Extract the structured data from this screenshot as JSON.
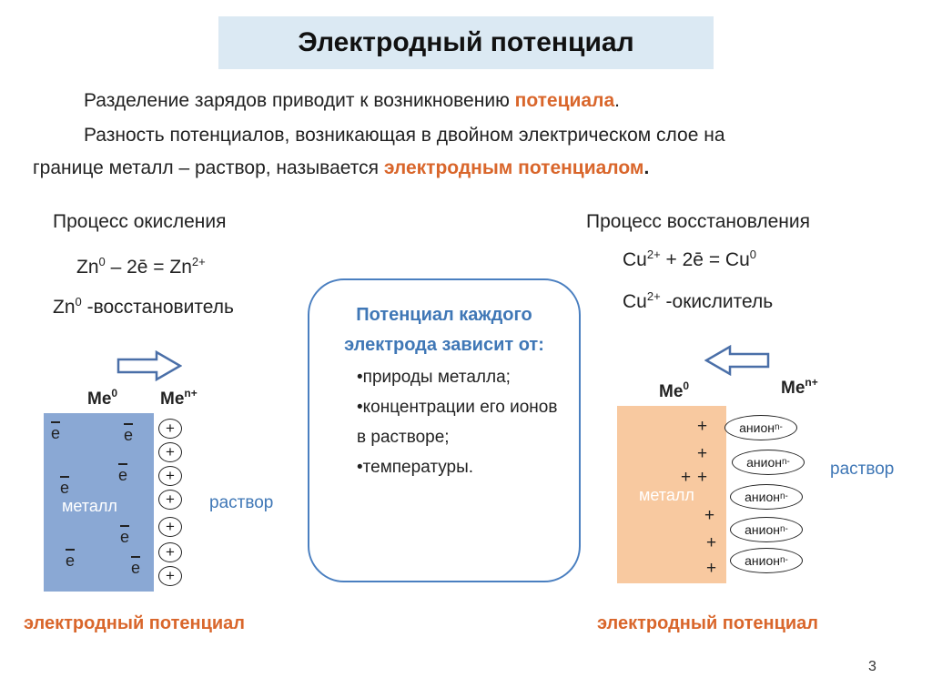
{
  "title": "Электродный потенциал",
  "para1": {
    "text": "Разделение зарядов приводит к возникновению ",
    "highlight": "потециала",
    "end": "."
  },
  "para2": {
    "text": "Разность потенциалов, возникающая в двойном электрическом слое на",
    "text2": "границе металл – раствор, называется ",
    "highlight": "электродным потенциалом",
    "end": "."
  },
  "left": {
    "heading": "Процесс окисления",
    "eq": {
      "a": "Zn",
      "a_sup": "0",
      "b": " – 2ē = Zn",
      "b_sup": "2+"
    },
    "role": {
      "a": "Zn",
      "a_sup": "0",
      "b": " -восстановитель"
    },
    "me0": {
      "base": "Me",
      "sup": "0"
    },
    "men": {
      "base": "Me",
      "sup": "n+"
    },
    "metal_label": "металл",
    "electron": "е",
    "plus": "+",
    "solution": "раствор",
    "potential_label": "электродный потенциал"
  },
  "center": {
    "heading": "Потенциал каждого электрода зависит от:",
    "items": [
      "•природы металла;",
      "•концентрации его ионов в растворе;",
      "•температуры."
    ]
  },
  "right": {
    "heading": "Процесс восстановления",
    "eq": {
      "a": "Cu",
      "a_sup": "2+",
      "b": " + 2ē = Cu",
      "b_sup": "0"
    },
    "role": {
      "a": "Cu",
      "a_sup": "2+",
      "b": " -окислитель"
    },
    "me0": {
      "base": "Me",
      "sup": "0"
    },
    "men": {
      "base": "Me",
      "sup": "n+"
    },
    "metal_label": "металл",
    "anion": {
      "base": "анион ",
      "sup": "n-"
    },
    "plus": "+",
    "solution": "раствор",
    "potential_label": "электродный потенциал"
  },
  "page_number": "3",
  "colors": {
    "accent": "#d9662b",
    "blue": "#3f77b6",
    "metal_left": "#8aa8d4",
    "metal_right": "#f8c9a0",
    "title_bg": "#dbe9f3"
  }
}
